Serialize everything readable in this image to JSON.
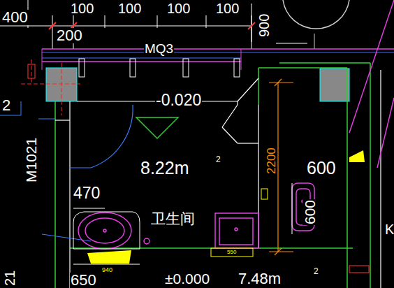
{
  "diagram": {
    "labels": [
      "400",
      "100",
      "100",
      "100",
      "100",
      "900",
      "200",
      "MQ3",
      "-0.020",
      "8.22m",
      "2",
      "2200",
      "600",
      "600",
      "470",
      "卫生间",
      "M1021",
      "2",
      "K",
      "940",
      "550",
      "650",
      "±0.000",
      "7.48m",
      "2",
      "21"
    ]
  }
}
